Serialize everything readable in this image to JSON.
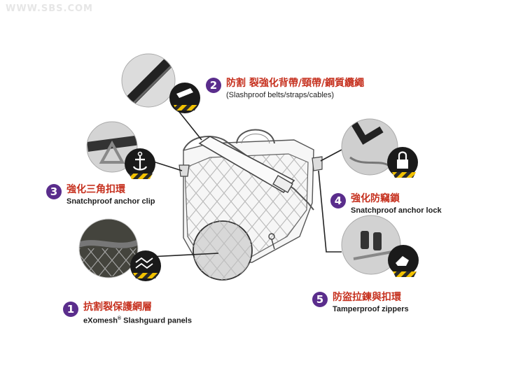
{
  "watermark": "WWW.SBS.COM",
  "callouts": [
    {
      "number": "1",
      "chinese": "抗割裂保護網層",
      "english_prefix": "eXomesh",
      "english_reg": "®",
      "english_suffix": " Slashguard panels"
    },
    {
      "number": "2",
      "chinese": "防割 裂強化背帶/頸帶/鋼質纜繩",
      "english": "(Slashproof belts/straps/cables)"
    },
    {
      "number": "3",
      "chinese": "強化三角扣環",
      "english": "Snatchproof anchor clip"
    },
    {
      "number": "4",
      "chinese": "強化防竊鎖",
      "english": "Snatchproof anchor lock"
    },
    {
      "number": "5",
      "chinese": "防盜拉鍊與扣環",
      "english": "Tamperproof zippers"
    }
  ],
  "icons": [
    "mesh-panel-icon",
    "slash-blade-icon",
    "anchor-icon",
    "padlock-icon",
    "hand-tamper-icon"
  ],
  "colors": {
    "badge": "#5a2d8c",
    "chinese_text": "#c6311f",
    "english_text": "#1e1e1e",
    "hazard_yellow": "#f2c200",
    "icon_dark": "#1a1a1a"
  }
}
